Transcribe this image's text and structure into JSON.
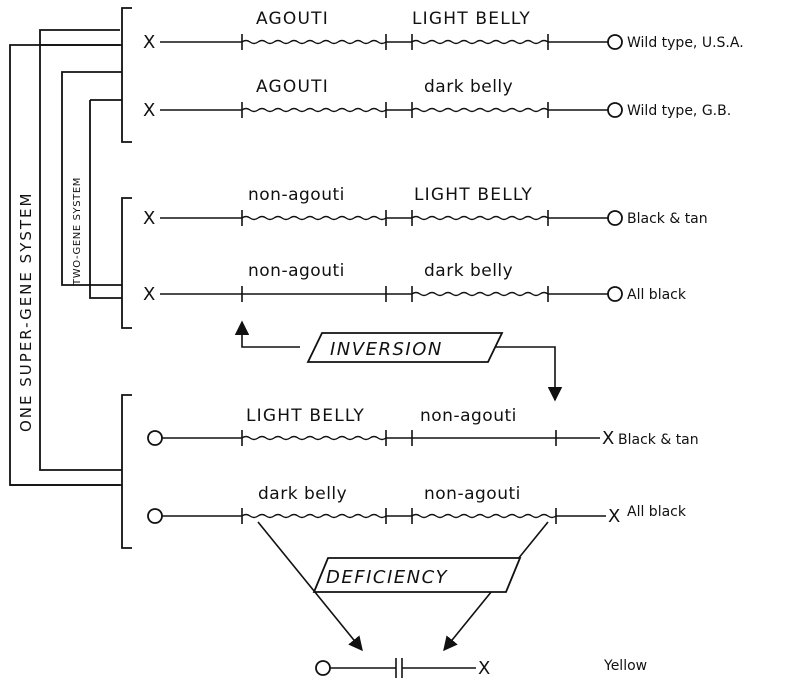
{
  "chromosomes": [
    {
      "left_end": "X",
      "segment1": "AGOUTI",
      "segment2": "LIGHT BELLY",
      "right_end": "O",
      "phenotype": "Wild type, U.S.A."
    },
    {
      "left_end": "X",
      "segment1": "AGOUTI",
      "segment2": "dark belly",
      "right_end": "O",
      "phenotype": "Wild type, G.B."
    },
    {
      "left_end": "X",
      "segment1": "non-agouti",
      "segment2": "LIGHT BELLY",
      "right_end": "O",
      "phenotype": "Black & tan"
    },
    {
      "left_end": "X",
      "segment1": "non-agouti",
      "segment2": "dark belly",
      "right_end": "O",
      "phenotype": "All black"
    },
    {
      "left_end": "O",
      "segment1": "LIGHT BELLY",
      "segment2": "non-agouti",
      "right_end": "X",
      "phenotype": "Black & tan"
    },
    {
      "left_end": "O",
      "segment1": "dark belly",
      "segment2": "non-agouti",
      "right_end": "X",
      "phenotype": "All black"
    }
  ],
  "brackets": {
    "super_gene": "ONE SUPER-GENE SYSTEM",
    "two_gene": "TWO-GENE SYSTEM"
  },
  "events": {
    "inversion": "INVERSION",
    "deficiency": "DEFICIENCY"
  },
  "result": {
    "left_end": "O",
    "right_end": "X",
    "phenotype": "Yellow"
  }
}
